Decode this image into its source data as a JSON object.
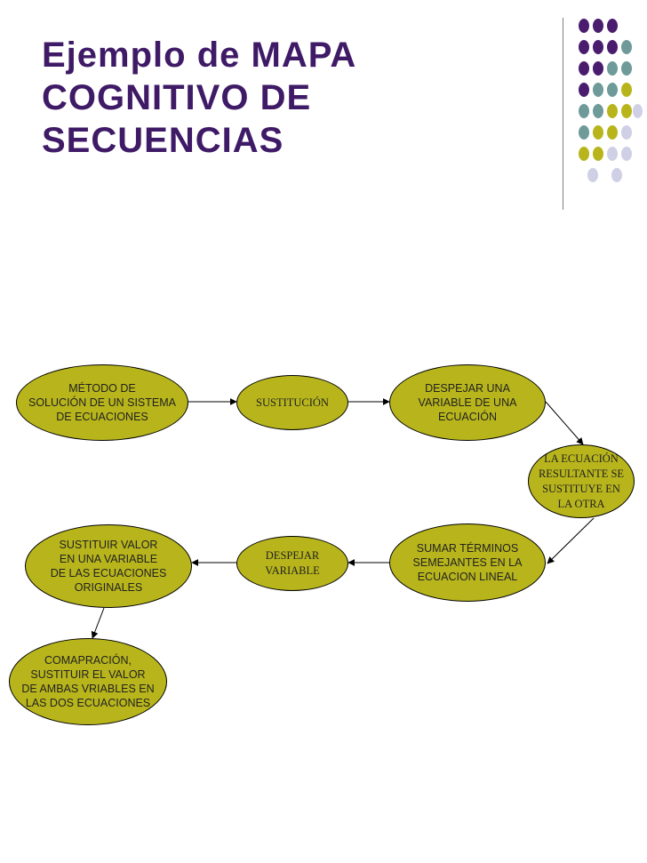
{
  "title_lines": [
    "Ejemplo de MAPA",
    "COGNITIVO DE",
    "SECUENCIAS"
  ],
  "colors": {
    "title": "#3f1a66",
    "node_fill": "#b8b51c",
    "dot_purple": "#4a1c6e",
    "dot_teal": "#6f9a9a",
    "dot_olive": "#b8b51c",
    "dot_lavender": "#cfd0e6"
  },
  "nodes": {
    "metodo": {
      "lines": [
        "MÉTODO DE",
        "SOLUCIÓN DE UN SISTEMA",
        "DE ECUACIONES"
      ]
    },
    "sustitucion": {
      "lines": [
        "SUSTITUCIÓN"
      ]
    },
    "despejar_una": {
      "lines": [
        "DESPEJAR UNA",
        "VARIABLE DE UNA",
        "ECUACIÓN"
      ]
    },
    "ecuacion_resultante": {
      "lines": [
        "LA ECUACIÓN",
        "RESULTANTE SE",
        "SUSTITUYE EN",
        "LA OTRA"
      ]
    },
    "sumar_terminos": {
      "lines": [
        "SUMAR TÉRMINOS",
        "SEMEJANTES EN LA",
        "ECUACION LINEAL"
      ]
    },
    "despejar_variable": {
      "lines": [
        "DESPEJAR",
        "VARIABLE"
      ]
    },
    "sustituir_valor": {
      "lines": [
        "SUSTITUIR VALOR",
        "EN UNA VARIABLE",
        "DE LAS ECUACIONES",
        "ORIGINALES"
      ]
    },
    "comparacion": {
      "lines": [
        "COMAPRACIÓN,",
        "SUSTITUIR EL VALOR",
        "DE AMBAS VRIABLES EN",
        "LAS DOS ECUACIONES"
      ]
    }
  }
}
